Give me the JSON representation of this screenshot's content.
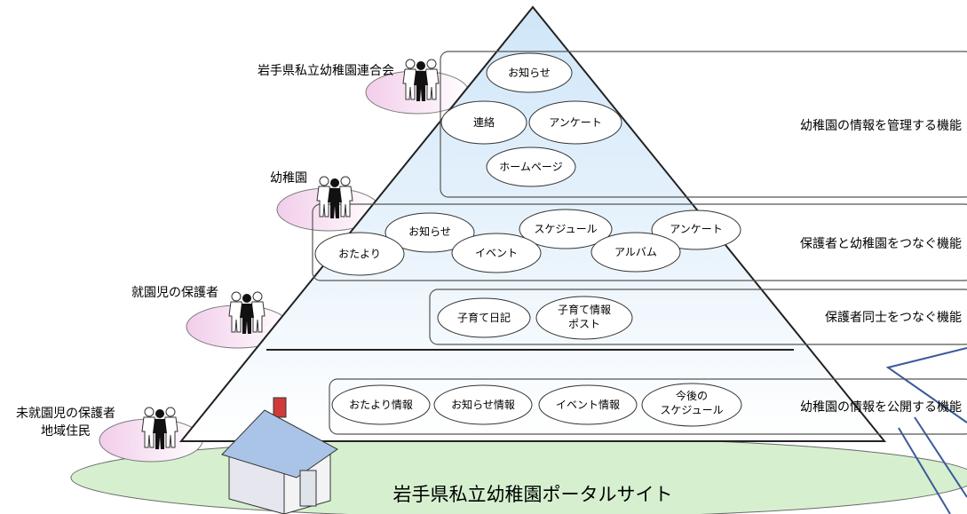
{
  "portal": {
    "title": "岩手県私立幼稚園ポータルサイト"
  },
  "audiences": [
    {
      "lines": [
        "岩手県私立幼稚園連合会"
      ]
    },
    {
      "lines": [
        "幼稚園"
      ]
    },
    {
      "lines": [
        "就園児の保護者"
      ]
    },
    {
      "lines": [
        "未就園児の保護者",
        "地域住民"
      ]
    }
  ],
  "tiers": [
    {
      "function_label": "幼稚園の情報を管理する機能",
      "features": [
        {
          "lines": [
            "お知らせ"
          ]
        },
        {
          "lines": [
            "連絡"
          ]
        },
        {
          "lines": [
            "アンケート"
          ]
        },
        {
          "lines": [
            "ホームページ"
          ]
        }
      ]
    },
    {
      "function_label": "保護者と幼稚園をつなぐ機能",
      "features": [
        {
          "lines": [
            "お知らせ"
          ]
        },
        {
          "lines": [
            "スケジュール"
          ]
        },
        {
          "lines": [
            "アンケート"
          ]
        },
        {
          "lines": [
            "おたより"
          ]
        },
        {
          "lines": [
            "イベント"
          ]
        },
        {
          "lines": [
            "アルバム"
          ]
        }
      ]
    },
    {
      "function_label": "保護者同士をつなぐ機能",
      "features": [
        {
          "lines": [
            "子育て日記"
          ]
        },
        {
          "lines": [
            "子育て情報",
            "ポスト"
          ]
        }
      ]
    },
    {
      "function_label": "幼稚園の情報を公開する機能",
      "features": [
        {
          "lines": [
            "おたより情報"
          ]
        },
        {
          "lines": [
            "お知らせ情報"
          ]
        },
        {
          "lines": [
            "イベント情報"
          ]
        },
        {
          "lines": [
            "今後の",
            "スケジュール"
          ]
        }
      ]
    }
  ],
  "colors": {
    "pyramid_top": "#cfe6f8",
    "pyramid_bottom": "#ffffff",
    "ground_fill": "#d6f0cf",
    "disc_fill": "#f2cdea",
    "panel_border": "#555555",
    "callout_line": "#3a5b9a",
    "house_roof": "#a9c4e6",
    "chimney": "#d23a3a"
  }
}
